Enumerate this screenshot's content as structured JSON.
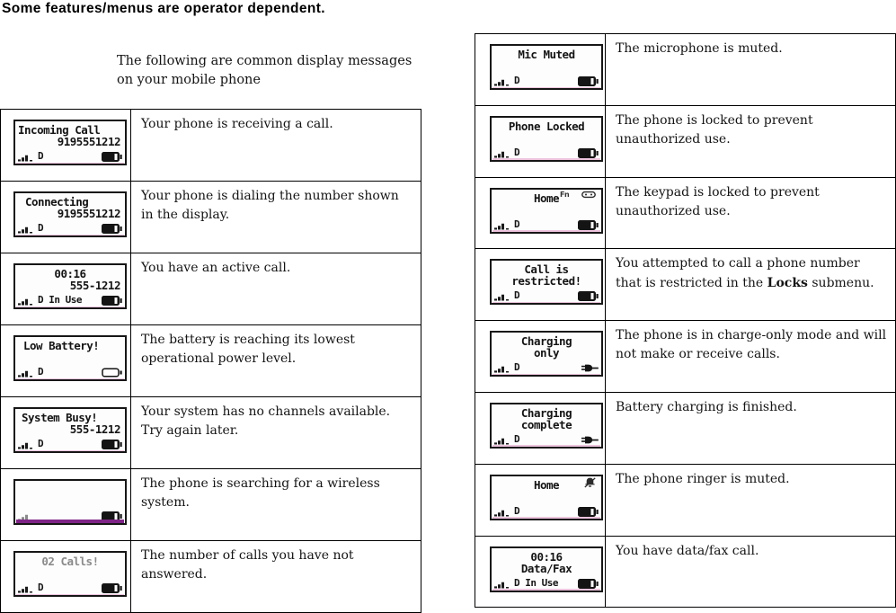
{
  "page": {
    "note": "Some features/menus are operator dependent.",
    "intro": "The following are common display messages on your mobile phone"
  },
  "colors": {
    "purple_line": "#7e2487",
    "pink_line": "#edc4dd",
    "lcd_text": "#141414"
  },
  "left_table": {
    "rows": [
      {
        "lcd": {
          "line1": "Incoming Call",
          "line1_align": "left",
          "line2": "9195551212",
          "line2_align": "right",
          "status": "D",
          "signal_icon": "signal-strength-icon",
          "right_icon": "battery-full-icon",
          "bottom_line": "pink"
        },
        "description": "Your phone is receiving a call."
      },
      {
        "lcd": {
          "line1": "Connecting",
          "line1_align": "left",
          "line1_indent": 8,
          "line2": "9195551212",
          "line2_align": "right",
          "status": "D",
          "signal_icon": "signal-strength-icon",
          "right_icon": "battery-full-icon",
          "bottom_line": "pink"
        },
        "description": "Your phone is dialing the number shown in the display."
      },
      {
        "lcd": {
          "line1": "00:16",
          "line1_align": "center",
          "line2": "555-1212",
          "line2_align": "right",
          "status": "D In Use",
          "signal_icon": "signal-strength-icon",
          "right_icon": "battery-full-icon",
          "bottom_line": "pink"
        },
        "description": "You have an active call."
      },
      {
        "lcd": {
          "line1": "Low Battery!",
          "line1_align": "left",
          "line1_indent": 6,
          "status": "D",
          "signal_icon": "signal-strength-icon",
          "right_icon": "battery-empty-icon",
          "bottom_line": "pink"
        },
        "description": "The battery is reaching its lowest operational power level."
      },
      {
        "lcd": {
          "line1": "System Busy!",
          "line1_align": "left",
          "line1_indent": 4,
          "line2": "555-1212",
          "line2_align": "right",
          "status": "D",
          "signal_icon": "signal-strength-icon",
          "right_icon": "battery-full-icon",
          "bottom_line": "pink"
        },
        "description": "Your system has no channels available.  Try again later."
      },
      {
        "lcd": {
          "signal_icon": "signal-strength-icon",
          "signal_faint": true,
          "right_icon": "battery-full-icon",
          "bottom_line": "purple"
        },
        "description": "The phone is searching for a wireless system."
      },
      {
        "lcd": {
          "line1": "02 Calls!",
          "line1_align": "center",
          "text_faded": true,
          "status": "D",
          "signal_icon": "signal-strength-icon",
          "right_icon": "battery-full-icon",
          "bottom_line": "pink"
        },
        "description": "The number of calls you have not answered."
      }
    ]
  },
  "right_table": {
    "rows": [
      {
        "lcd": {
          "line1": "Mic Muted",
          "line1_align": "center",
          "status": "D",
          "signal_icon": "signal-strength-icon",
          "right_icon": "battery-full-icon",
          "bottom_line": "pink"
        },
        "description": "The microphone is muted."
      },
      {
        "lcd": {
          "line1": "Phone Locked",
          "line1_align": "center",
          "status": "D",
          "signal_icon": "signal-strength-icon",
          "right_icon": "battery-full-icon",
          "bottom_line": "pink"
        },
        "description": "The phone is locked to prevent unauthorized use."
      },
      {
        "lcd": {
          "top_icons": [
            "function-key-icon",
            "keypad-lock-icon"
          ],
          "line1": "Home",
          "line1_align": "center",
          "status": "D",
          "signal_icon": "signal-strength-icon",
          "right_icon": "battery-full-icon",
          "bottom_line": "pink"
        },
        "description": "The keypad is locked to prevent unauthorized use."
      },
      {
        "lcd": {
          "line1": "Call is",
          "line1_align": "center",
          "line2": "restricted!",
          "line2_align": "center",
          "status": "D",
          "signal_icon": "signal-strength-icon",
          "right_icon": "battery-full-icon",
          "bottom_line": "pink"
        },
        "description_parts": [
          {
            "text": "You attempted to call a phone number that is restricted in the ",
            "bold": false
          },
          {
            "text": "Locks",
            "bold": true
          },
          {
            "text": " submenu.",
            "bold": false
          }
        ]
      },
      {
        "lcd": {
          "line1": "Charging",
          "line1_align": "center",
          "line2": "only",
          "line2_align": "center",
          "status": "D",
          "signal_icon": "signal-strength-icon",
          "right_icon": "charger-plug-icon",
          "bottom_line": "pink"
        },
        "description": "The phone is in charge-only mode and will not make or receive calls."
      },
      {
        "lcd": {
          "line1": "Charging",
          "line1_align": "center",
          "line2": "complete",
          "line2_align": "center",
          "status": "D",
          "signal_icon": "signal-strength-icon",
          "right_icon": "charger-plug-icon",
          "bottom_line": "pink"
        },
        "description": "Battery charging is finished."
      },
      {
        "lcd": {
          "top_icons": [
            "ringer-muted-icon"
          ],
          "line1": "Home",
          "line1_align": "center",
          "status": "D",
          "signal_icon": "signal-strength-icon",
          "right_icon": "battery-full-icon",
          "bottom_line": "pink"
        },
        "description": "The phone ringer is muted."
      },
      {
        "lcd": {
          "line1": "00:16",
          "line1_align": "center",
          "line2": "Data/Fax",
          "line2_align": "center",
          "status": "D In Use",
          "signal_icon": "signal-strength-icon",
          "right_icon": "battery-full-icon",
          "bottom_line": "pink"
        },
        "description": "You have data/fax call."
      }
    ]
  }
}
